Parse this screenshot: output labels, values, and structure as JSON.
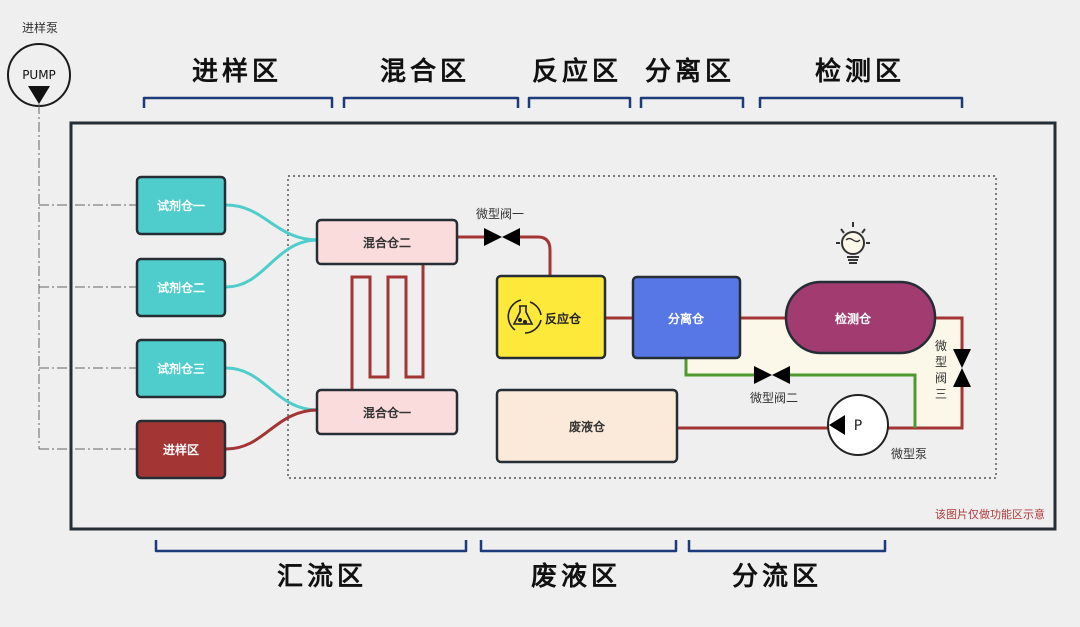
{
  "pump": {
    "title": "进样泵",
    "symbol_text": "PUMP"
  },
  "top_zones": [
    {
      "label": "进样区"
    },
    {
      "label": "混合区"
    },
    {
      "label": "反应区"
    },
    {
      "label": "分离区"
    },
    {
      "label": "检测区"
    }
  ],
  "bottom_zones": [
    {
      "label": "汇流区"
    },
    {
      "label": "废液区"
    },
    {
      "label": "分流区"
    }
  ],
  "reagent_chambers": [
    {
      "label": "试剂仓一",
      "color": "#4ecdcc"
    },
    {
      "label": "试剂仓二",
      "color": "#4ecdcc"
    },
    {
      "label": "试剂仓三",
      "color": "#4ecdcc"
    },
    {
      "label": "进样区",
      "color": "#a33634"
    }
  ],
  "mixing": {
    "chamber_two": "混合仓二",
    "chamber_one": "混合仓一",
    "color": "#fbdcdc"
  },
  "valves": {
    "valve_one": "微型阀一",
    "valve_two": "微型阀二",
    "valve_three": [
      "微",
      "型",
      "阀",
      "三"
    ]
  },
  "reaction_chamber": {
    "label": "反应仓",
    "color": "#fde93a",
    "icon": "flask-cycle-icon"
  },
  "separation_chamber": {
    "label": "分离仓",
    "color": "#5877e6"
  },
  "detection_chamber": {
    "label": "检测仓",
    "color": "#a23b70",
    "icon": "light-bulb-icon"
  },
  "waste_chamber": {
    "label": "废液仓",
    "color": "#fbe9da"
  },
  "micro_pump": {
    "label": "微型泵",
    "symbol_text": "P"
  },
  "note": "该图片仅做功能区示意",
  "colors": {
    "frame": "#252d35",
    "bracket": "#1d3a7a",
    "red_line": "#a33634",
    "teal_line": "#4ecdcc",
    "green_line": "#4f9a2e",
    "cream_region": "#fbf8ea",
    "note_text": "#b13a3a"
  }
}
